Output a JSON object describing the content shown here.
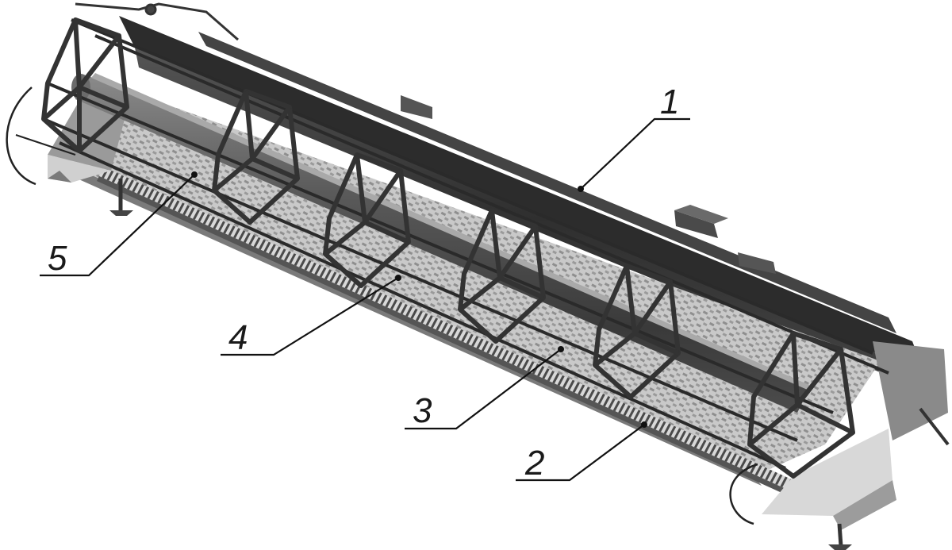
{
  "figure": {
    "callouts": [
      {
        "id": "1",
        "label": "1"
      },
      {
        "id": "2",
        "label": "2"
      },
      {
        "id": "3",
        "label": "3"
      },
      {
        "id": "4",
        "label": "4"
      },
      {
        "id": "5",
        "label": "5"
      }
    ]
  },
  "colors": {
    "metal_dark": "#3e3e3e",
    "metal_mid": "#6d6d6d",
    "metal_light": "#a9a9a9",
    "metal_highlight": "#d3d3d3",
    "ink": "#111111"
  }
}
